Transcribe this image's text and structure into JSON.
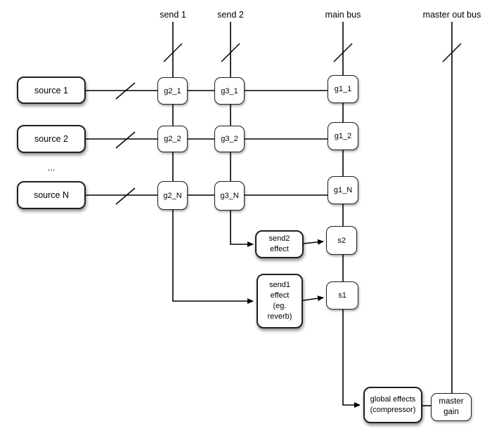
{
  "colors": {
    "line": "#000000",
    "box_border": "#1f1f1f",
    "box_fill": "#ffffff",
    "text": "#000000",
    "background": "#ffffff"
  },
  "buses": {
    "send1": "send 1",
    "send2": "send 2",
    "main": "main bus",
    "master_out": "master out bus"
  },
  "nodes": {
    "source_1": "source 1",
    "source_2": "source 2",
    "ellipsis": "...",
    "source_N": "source N",
    "g2_1": "g2_1",
    "g3_1": "g3_1",
    "g1_1": "g1_1",
    "g2_2": "g2_2",
    "g3_2": "g3_2",
    "g1_2": "g1_2",
    "g2_N": "g2_N",
    "g3_N": "g3_N",
    "g1_N": "g1_N",
    "send2_effect": "send2\neffect",
    "s2": "s2",
    "send1_effect": "send1\neffect\n(eg.\nreverb)",
    "s1": "s1",
    "global_effects": "global effects\n(compressor)",
    "master_gain": "master\ngain"
  }
}
